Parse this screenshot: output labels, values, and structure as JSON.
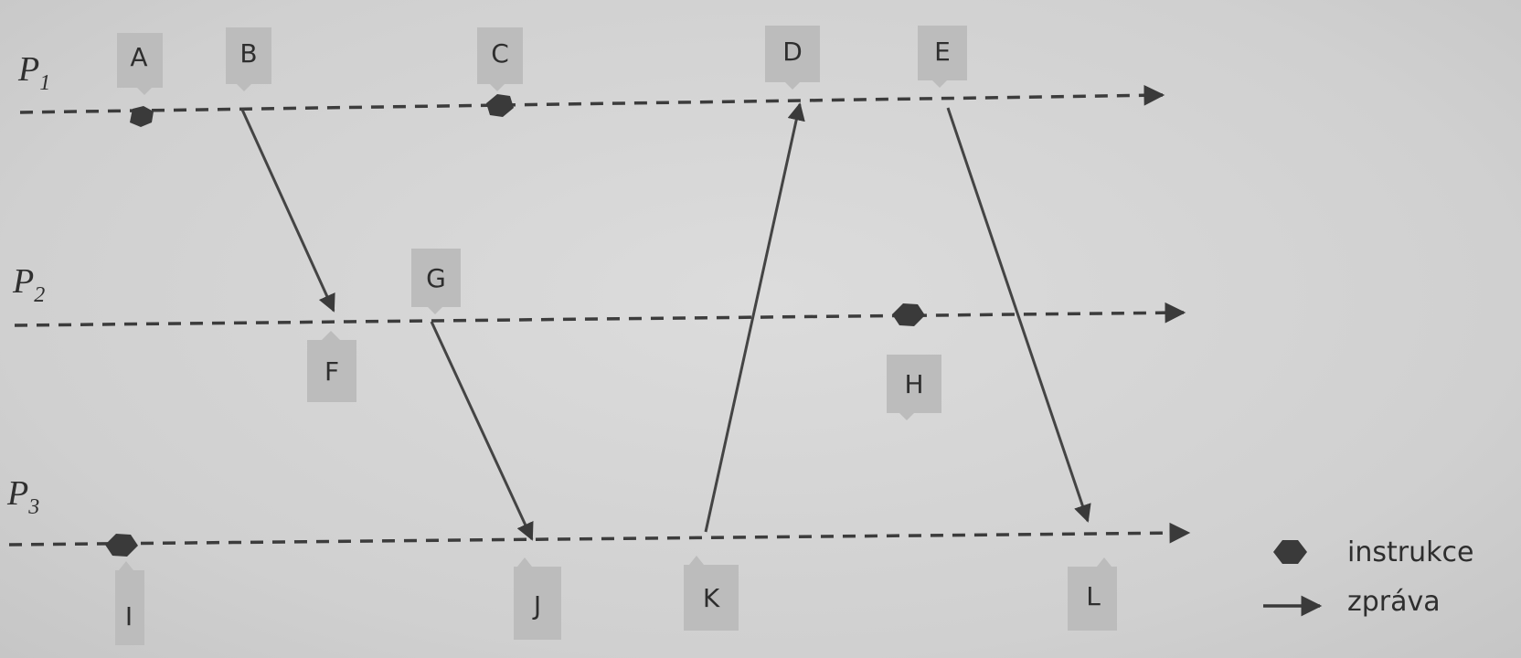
{
  "processes": [
    {
      "id": "p1",
      "base": "P",
      "sub": "1"
    },
    {
      "id": "p2",
      "base": "P",
      "sub": "2"
    },
    {
      "id": "p3",
      "base": "P",
      "sub": "3"
    }
  ],
  "events": [
    {
      "id": "a",
      "label": "A",
      "process": "p1",
      "kind": "instruction"
    },
    {
      "id": "b",
      "label": "B",
      "process": "p1",
      "kind": "send"
    },
    {
      "id": "c",
      "label": "C",
      "process": "p1",
      "kind": "instruction"
    },
    {
      "id": "d",
      "label": "D",
      "process": "p1",
      "kind": "receive"
    },
    {
      "id": "e",
      "label": "E",
      "process": "p1",
      "kind": "send"
    },
    {
      "id": "f",
      "label": "F",
      "process": "p2",
      "kind": "receive"
    },
    {
      "id": "g",
      "label": "G",
      "process": "p2",
      "kind": "send"
    },
    {
      "id": "h",
      "label": "H",
      "process": "p2",
      "kind": "instruction"
    },
    {
      "id": "i",
      "label": "I",
      "process": "p3",
      "kind": "instruction"
    },
    {
      "id": "j",
      "label": "J",
      "process": "p3",
      "kind": "receive"
    },
    {
      "id": "k",
      "label": "K",
      "process": "p3",
      "kind": "send"
    },
    {
      "id": "l",
      "label": "L",
      "process": "p3",
      "kind": "receive"
    }
  ],
  "messages": [
    {
      "from": "b",
      "to": "f"
    },
    {
      "from": "g",
      "to": "j"
    },
    {
      "from": "k",
      "to": "d"
    },
    {
      "from": "e",
      "to": "l"
    }
  ],
  "legend": {
    "instruction": {
      "icon": "hexagon-icon",
      "label": "instrukce"
    },
    "message": {
      "icon": "arrow-icon",
      "label": "zpráva"
    }
  },
  "colors": {
    "ink": "#3a3a3a",
    "tag": "#bcbcbc"
  }
}
